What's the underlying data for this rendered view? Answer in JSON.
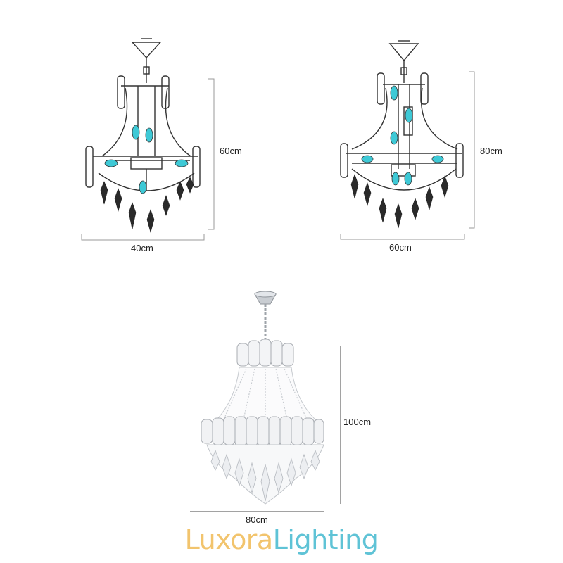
{
  "dimensions": {
    "small": {
      "height": "60cm",
      "width": "40cm"
    },
    "medium": {
      "height": "80cm",
      "width": "60cm"
    },
    "large": {
      "height": "100cm",
      "width": "80cm"
    }
  },
  "brand": {
    "part1": "Luxora",
    "part2": "Lighting",
    "color_part1": "#f2c46d",
    "color_part2": "#5fc3d6"
  },
  "colors": {
    "line": "#333333",
    "bulb": "#3ec9d6",
    "dim_line": "#9a9a9a"
  }
}
